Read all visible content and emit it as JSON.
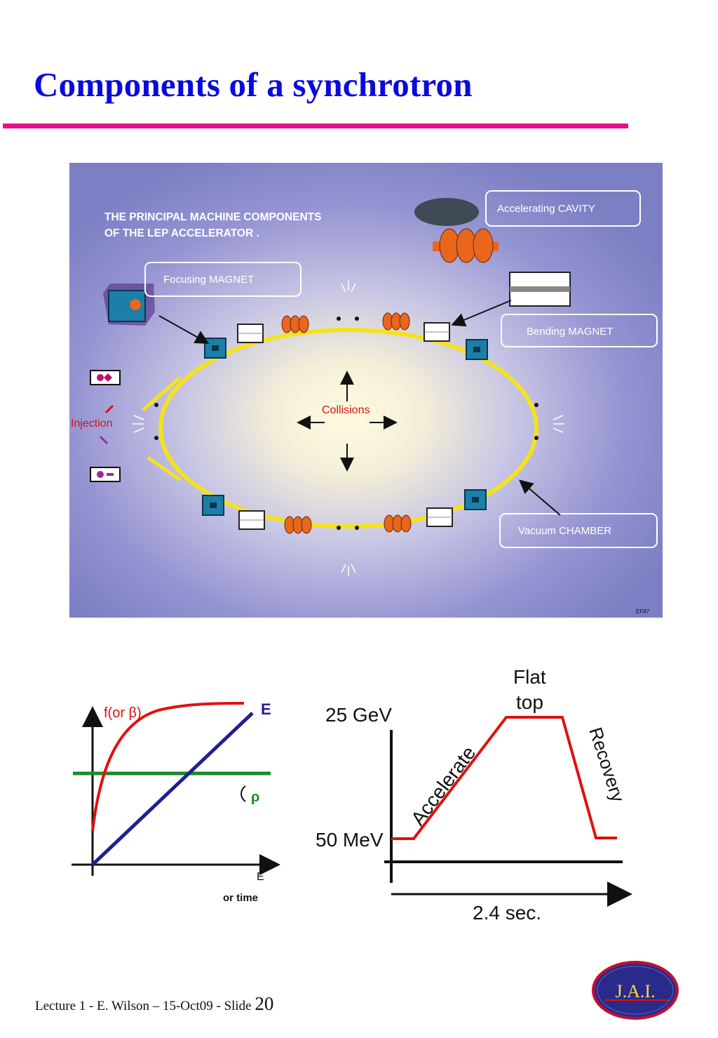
{
  "slide": {
    "title": "Components of a synchrotron"
  },
  "lep": {
    "heading_line1": "THE PRINCIPAL MACHINE COMPONENTS",
    "heading_line2": "OF THE LEP ACCELERATOR .",
    "labels": {
      "cavity": "Accelerating CAVITY",
      "focusing": "Focusing MAGNET",
      "bending": "Bending MAGNET",
      "vacuum": "Vacuum CHAMBER",
      "collisions": "Collisions",
      "injection": "Injection"
    },
    "code": "EF87",
    "colors": {
      "background": "#7d7fc4",
      "beam_pipe": "#f5e21a",
      "cavity": "#e9661d",
      "quad": "#1b7fa8"
    }
  },
  "freq_graph": {
    "curve1_label": "f(or β)",
    "curve2_label": "E",
    "curve3_label": "ρ",
    "x_label_line1": "E",
    "x_label_line2": "or time",
    "colors": {
      "f": "#e01010",
      "E": "#202090",
      "rho": "#1a8a2a"
    }
  },
  "ramp_graph": {
    "y_top": "25 GeV",
    "y_bottom": "50 MeV",
    "phase1": "Accelerate",
    "phase2_line1": "Flat",
    "phase2_line2": "top",
    "phase3": "Recovery",
    "duration": "2.4 sec.",
    "color": "#e01010"
  },
  "footer": {
    "text": "Lecture 1 - E. Wilson – 15-Oct09 - Slide ",
    "slide_number": "20"
  },
  "logo": {
    "text": "J.A.I."
  }
}
